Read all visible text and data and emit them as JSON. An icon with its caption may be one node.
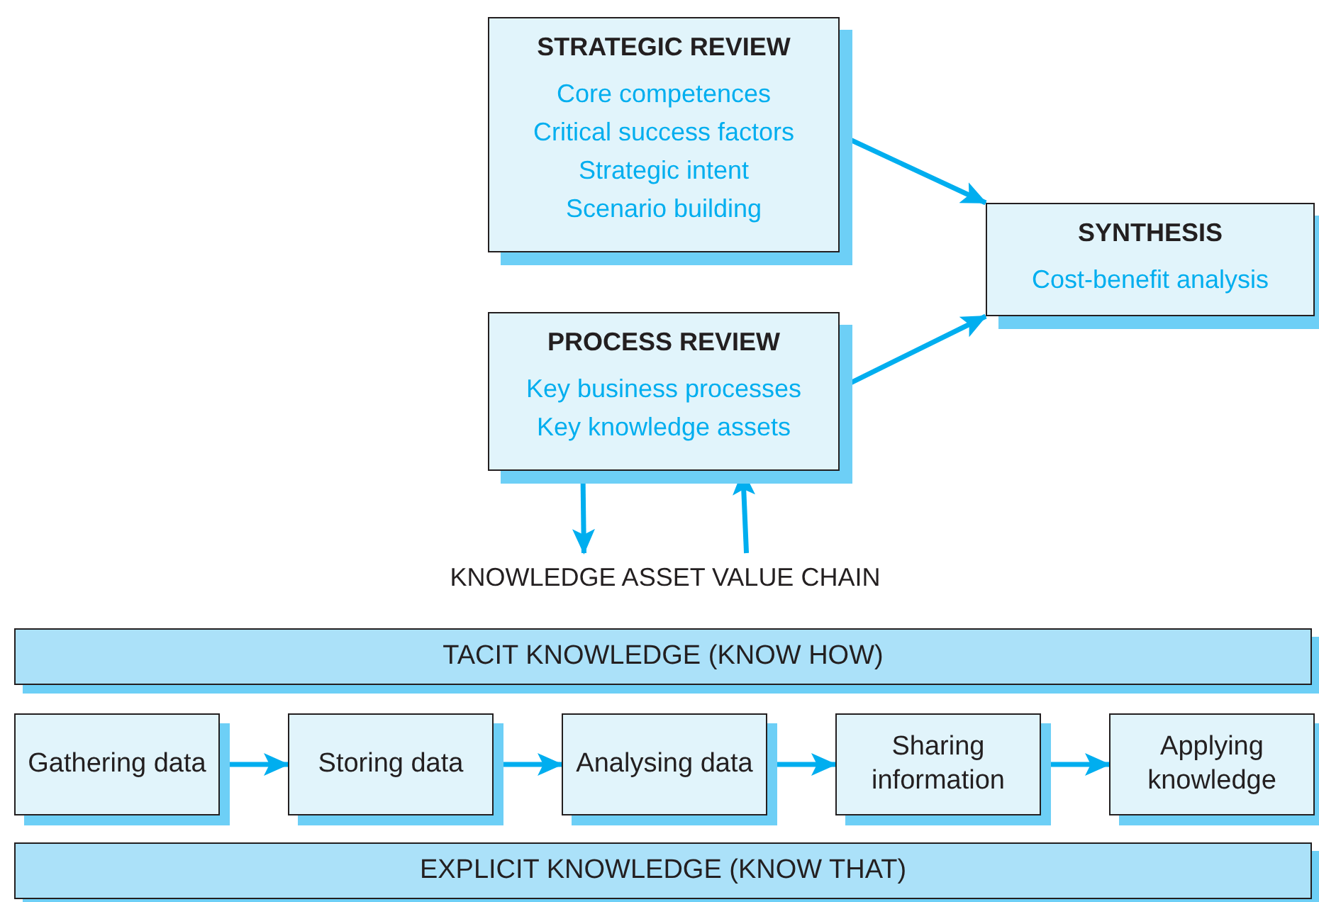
{
  "diagram": {
    "nodes": [
      {
        "text": [
          "STRATEGIC REVIEW",
          "Core competences",
          "Critical success factors",
          "Strategic intent",
          "Scenario building"
        ]
      },
      {
        "text": [
          "SYNTHESIS",
          "Cost-benefit analysis"
        ]
      },
      {
        "text": [
          "PROCESS REVIEW",
          "Key business processes",
          "Key knowledge assets"
        ]
      },
      {
        "text": [
          "KNOWLEDGE ASSET VALUE CHAIN"
        ]
      },
      {
        "text": [
          "TACIT KNOWLEDGE (KNOW HOW)"
        ]
      },
      {
        "text": [
          "Gathering data"
        ]
      },
      {
        "text": [
          "Storing data"
        ]
      },
      {
        "text": [
          "Analysing data"
        ]
      },
      {
        "text": [
          "Sharing information"
        ]
      },
      {
        "text": [
          "Applying knowledge"
        ]
      },
      {
        "text": [
          "EXPLICIT KNOWLEDGE (KNOW THAT)"
        ]
      }
    ],
    "edges": [
      {
        "from": 0,
        "to": 1,
        "arrow": "to"
      },
      {
        "from": 2,
        "to": 1,
        "arrow": "to"
      },
      {
        "from": 2,
        "to": 3,
        "arrow": "to"
      },
      {
        "from": 3,
        "to": 2,
        "arrow": "to"
      },
      {
        "from": 5,
        "to": 6,
        "arrow": "to"
      },
      {
        "from": 6,
        "to": 7,
        "arrow": "to"
      },
      {
        "from": 7,
        "to": 8,
        "arrow": "to"
      },
      {
        "from": 8,
        "to": 9,
        "arrow": "to"
      }
    ]
  }
}
